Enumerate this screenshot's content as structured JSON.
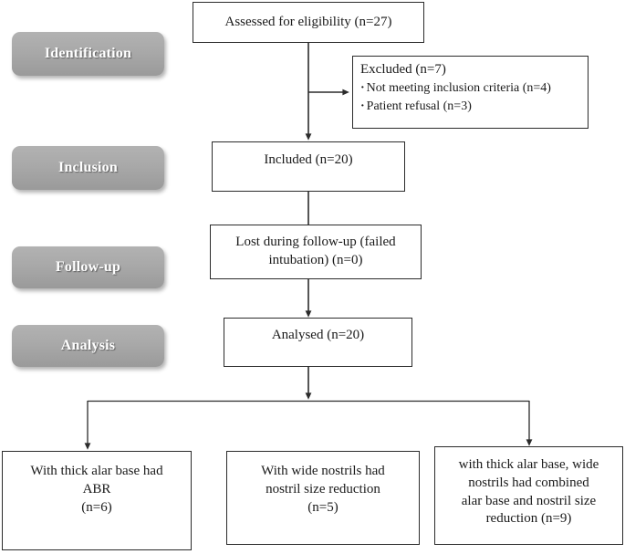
{
  "diagram": {
    "title": "CONSORT-style participant flow diagram",
    "type": "flowchart",
    "line_color": "#2b2b2b",
    "stage_color": "#a8a8a8",
    "stage_text_color": "#ffffff",
    "box_bg": "#ffffff"
  },
  "stages": [
    {
      "id": "identification",
      "label": "Identification"
    },
    {
      "id": "inclusion",
      "label": "Inclusion"
    },
    {
      "id": "followup",
      "label": "Follow-up"
    },
    {
      "id": "analysis",
      "label": "Analysis"
    }
  ],
  "nodes": {
    "assessed": {
      "text": "Assessed for eligibility (n=27)",
      "n": 27
    },
    "excluded": {
      "title": "Excluded (n=7)",
      "n": 7,
      "reasons": [
        {
          "text": "Not meeting inclusion criteria (n=4)",
          "n": 4
        },
        {
          "text": "Patient refusal (n=3)",
          "n": 3
        }
      ]
    },
    "included": {
      "text": "Included (n=20)",
      "n": 20
    },
    "lost": {
      "text": "Lost during follow-up (failed\nintubation) (n=0)",
      "n": 0
    },
    "analysed": {
      "text": "Analysed (n=20)",
      "n": 20
    },
    "outcome1": {
      "text": "With thick alar base had\nABR\n(n=6)",
      "n": 6
    },
    "outcome2": {
      "text": "With wide nostrils had\nnostril size reduction\n(n=5)",
      "n": 5
    },
    "outcome3": {
      "text": "with thick alar base, wide\nnostrils had combined\nalar base and nostril size\nreduction (n=9)",
      "n": 9
    }
  },
  "edges": [
    {
      "from": "assessed",
      "to": "excluded",
      "style": "elbow-right-arrow"
    },
    {
      "from": "assessed",
      "to": "included",
      "style": "down-arrow"
    },
    {
      "from": "included",
      "to": "lost",
      "style": "down-plain"
    },
    {
      "from": "lost",
      "to": "analysed",
      "style": "down-arrow"
    },
    {
      "from": "analysed",
      "to": "split-bar",
      "style": "down-arrow"
    },
    {
      "from": "split-bar",
      "to": "outcome1",
      "style": "down-arrow"
    },
    {
      "from": "split-bar",
      "to": "outcome2",
      "style": "none"
    },
    {
      "from": "split-bar",
      "to": "outcome3",
      "style": "down-arrow"
    }
  ]
}
